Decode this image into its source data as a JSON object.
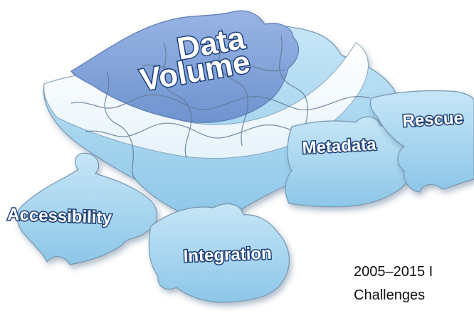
{
  "pieces": {
    "data_volume_line1": "Data",
    "data_volume_line2": "Volume",
    "rescue": "Rescue",
    "metadata": "Metadata",
    "accessibility": "Accessibility",
    "integration": "Integration"
  },
  "caption": {
    "line1": "2005–2015 I",
    "line2": "Challenges"
  },
  "colors": {
    "dark_blue_piece": "#7d9fd8",
    "light_blue_piece": "#a6d4ee",
    "white_piece": "#f6fbfe",
    "label_outline": "#1d3f78"
  }
}
